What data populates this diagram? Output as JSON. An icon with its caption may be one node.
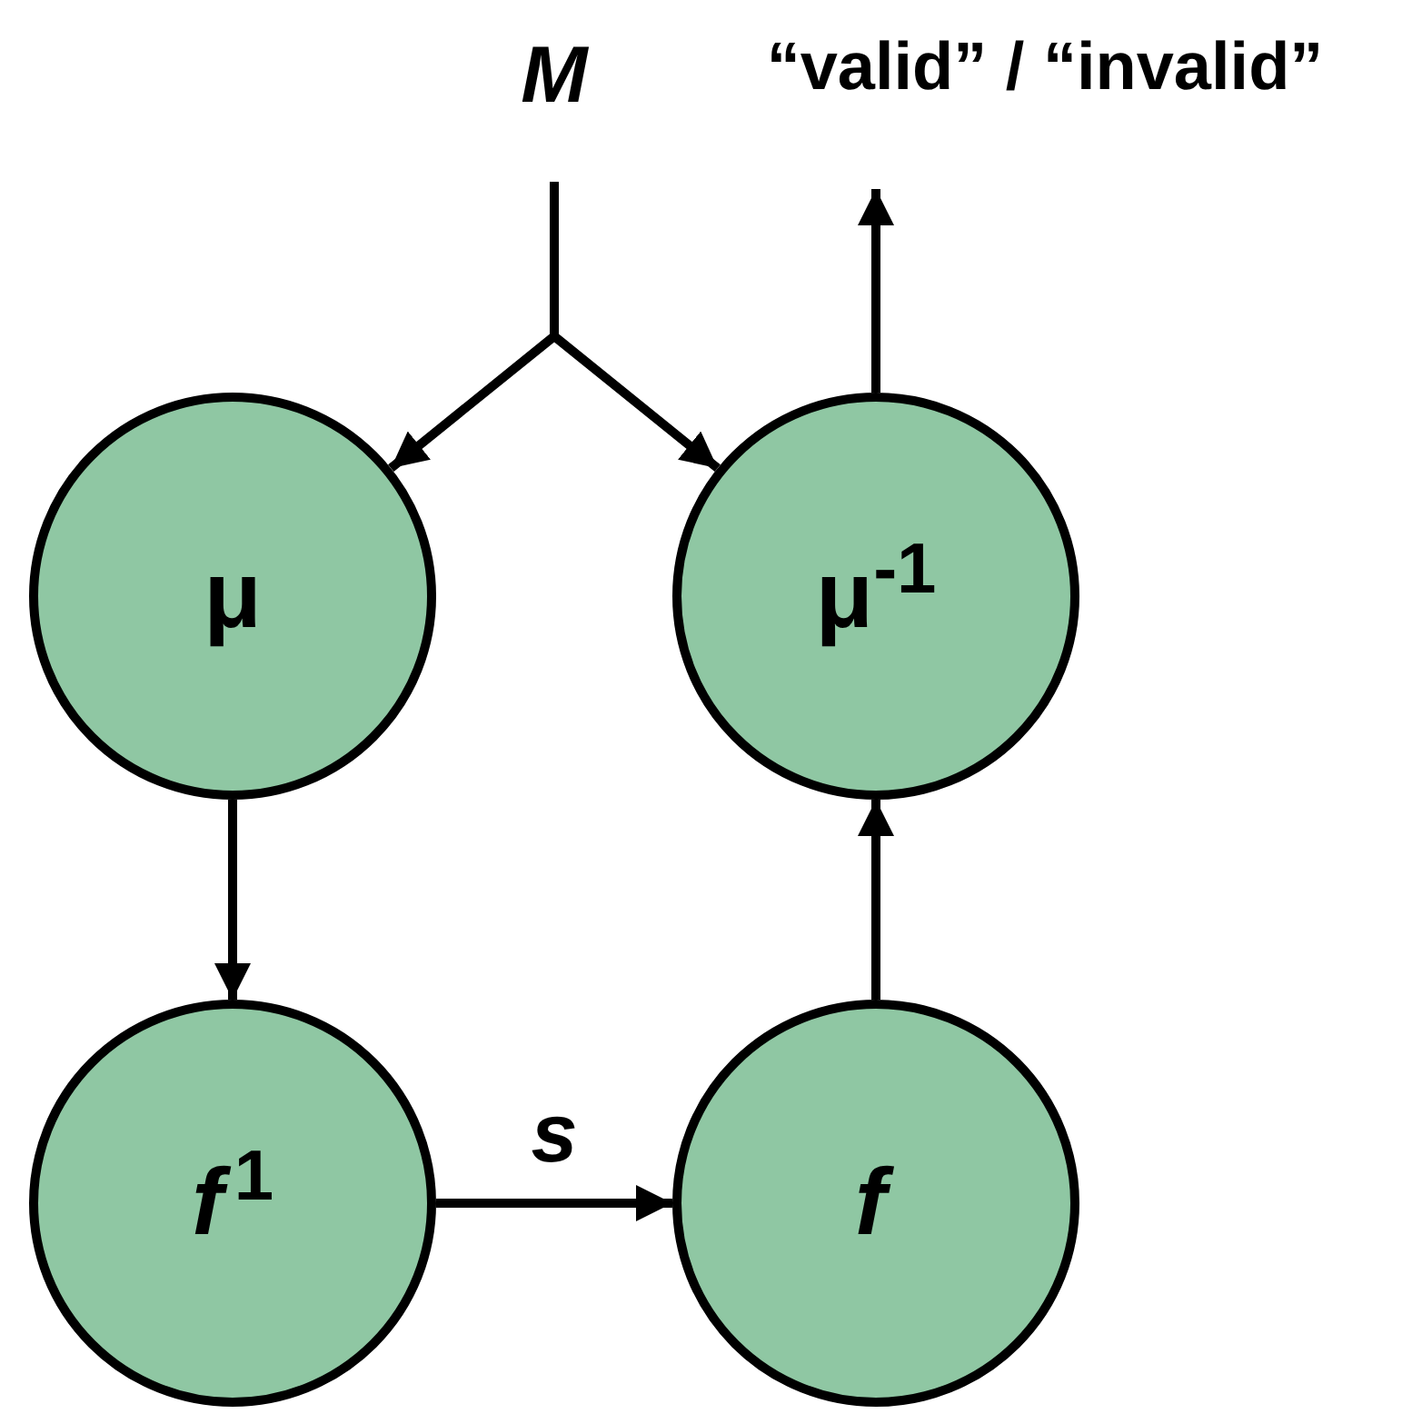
{
  "diagram": {
    "nodes": [
      {
        "text": [
          "M"
        ]
      },
      {
        "text": [
          "“valid” / “invalid”"
        ]
      },
      {
        "text": [
          "μ"
        ]
      },
      {
        "text": [
          "μ$^{-1}$"
        ]
      },
      {
        "text": [
          "*f*$^{1}$"
        ]
      },
      {
        "text": [
          "*f*"
        ]
      }
    ],
    "edges": [
      {
        "from": 0,
        "to": 2,
        "arrow": "to"
      },
      {
        "from": 0,
        "to": 3,
        "arrow": "to"
      },
      {
        "from": 3,
        "to": 1,
        "arrow": "to"
      },
      {
        "from": 2,
        "to": 4,
        "arrow": "to"
      },
      {
        "from": 4,
        "to": 5,
        "arrow": "to",
        "label": "s"
      },
      {
        "from": 5,
        "to": 3,
        "arrow": "to"
      }
    ]
  }
}
